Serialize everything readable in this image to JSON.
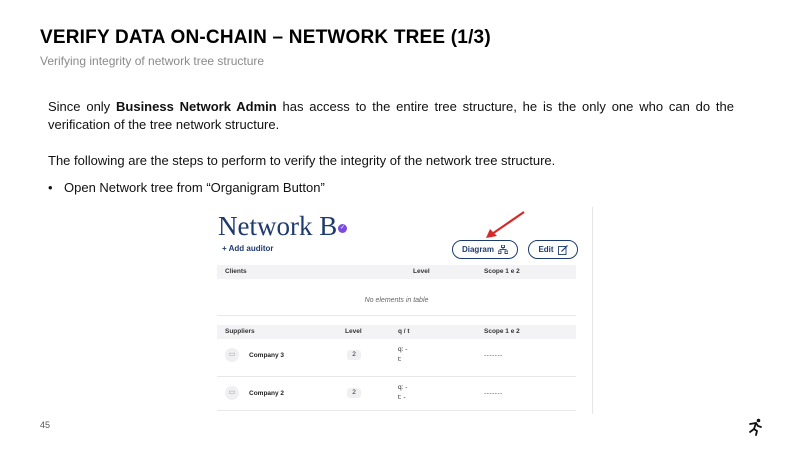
{
  "slide": {
    "title": "VERIFY DATA ON-CHAIN – NETWORK TREE (1/3)",
    "subtitle": "Verifying integrity of network tree structure",
    "para1_before": "Since only ",
    "para1_bold": "Business Network Admin",
    "para1_after": " has access to the entire tree structure, he is the only one who can do the verification of the tree network structure.",
    "para2": "The following are the steps to perform to verify the integrity of the network tree structure.",
    "bullet": "Open Network tree from “Organigram Button”",
    "page_number": "45"
  },
  "screenshot": {
    "network_title": "Network B",
    "add_auditor": "+ Add auditor",
    "diagram_button": "Diagram",
    "edit_button": "Edit",
    "clients": {
      "headers": [
        "Clients",
        "Level",
        "Scope 1 e 2"
      ],
      "empty_text": "No elements in table"
    },
    "suppliers": {
      "headers": [
        "Suppliers",
        "Level",
        "q / t",
        "Scope 1 e 2"
      ],
      "rows": [
        {
          "name": "Company 3",
          "level": "2",
          "q": "q: -",
          "t": "t:",
          "scope": "-------"
        },
        {
          "name": "Company 2",
          "level": "2",
          "q": "q: -",
          "t": "t: -",
          "scope": "-------"
        }
      ]
    },
    "colors": {
      "primary": "#1f3b6e",
      "accent_arrow": "#d62a2a",
      "badge": "#7b4be0"
    }
  }
}
